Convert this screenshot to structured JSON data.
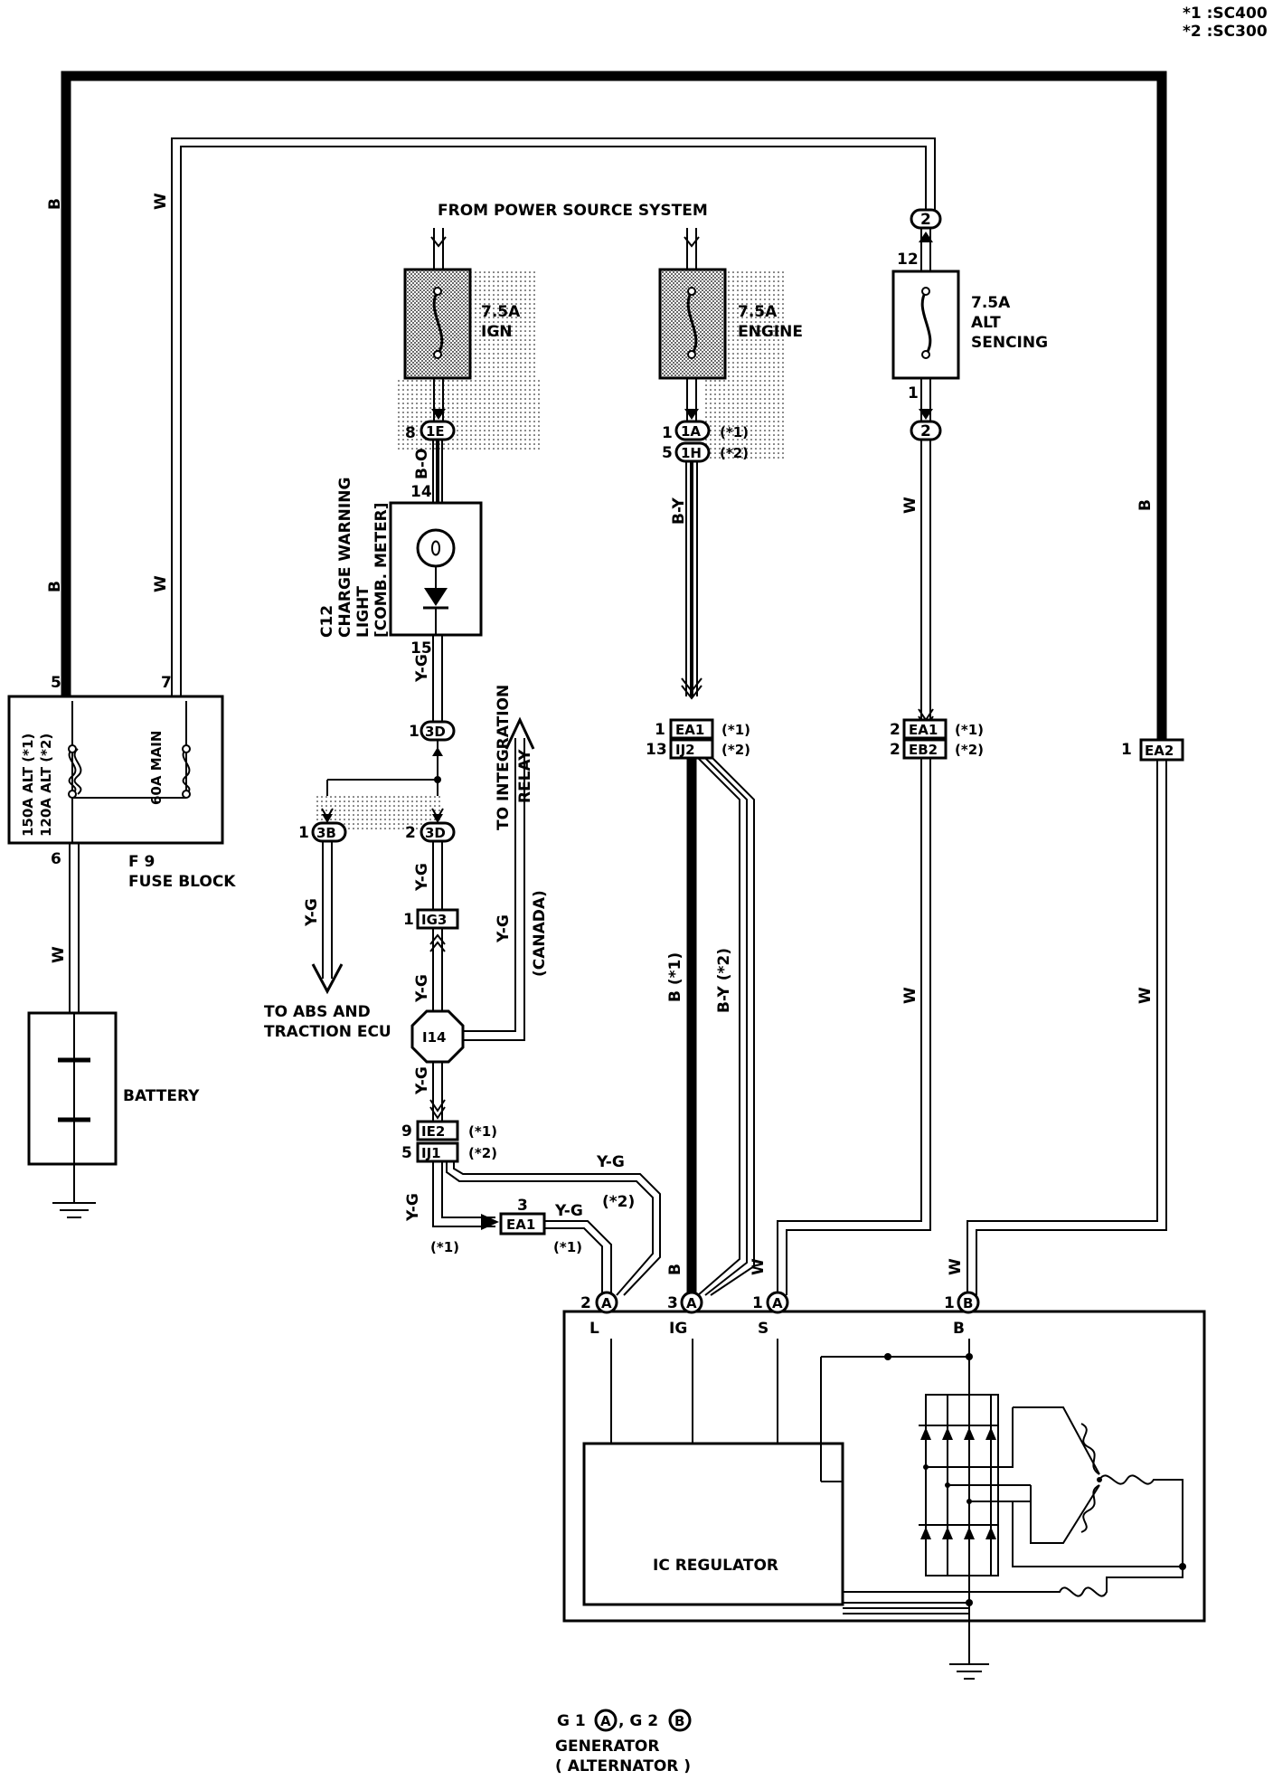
{
  "legend": {
    "sc400": "*1 :SC400",
    "sc300": "*2 :SC300"
  },
  "wire_colors": {
    "b": "B",
    "w": "W",
    "bo": "B-O",
    "by": "B-Y",
    "yg": "Y-G",
    "by2": "B-Y (*2)",
    "b1": "B (*1)",
    "canada": "Y-G (CANADA)"
  },
  "source": {
    "title": "FROM POWER SOURCE SYSTEM"
  },
  "fuses": {
    "ign": {
      "amp": "7.5A",
      "name": "IGN"
    },
    "engine": {
      "amp": "7.5A",
      "name": "ENGINE"
    },
    "alt": {
      "amp": "7.5A",
      "name1": "ALT",
      "name2": "SENCING"
    }
  },
  "fuse_block": {
    "id": "F 9",
    "name": "FUSE BLOCK",
    "alt1": "150A ALT (*1)",
    "alt2": "120A ALT (*2)",
    "main": "60A MAIN",
    "pin5": "5",
    "pin7": "7",
    "pin6": "6"
  },
  "battery": {
    "label": "BATTERY"
  },
  "charge_light": {
    "id": "C12",
    "line1": "CHARGE WARNING",
    "line2": "LIGHT",
    "line3": "[COMB. METER]",
    "pin_in": "14",
    "pin_out": "15"
  },
  "connectors": {
    "c1E": {
      "pin": "8",
      "name": "1E"
    },
    "c1A": {
      "pin": "1",
      "name": "1A",
      "note": "(*1)"
    },
    "c1H": {
      "pin": "5",
      "name": "1H",
      "note": "(*2)"
    },
    "c2a": {
      "pin": "12",
      "name": "2"
    },
    "c2b": {
      "pin": "1",
      "name": "2"
    },
    "c3Da": {
      "pin": "1",
      "name": "3D"
    },
    "c3Db": {
      "pin": "2",
      "name": "3D"
    },
    "c3B": {
      "pin": "1",
      "name": "3B"
    },
    "cIG3": {
      "pin": "1",
      "name": "IG3"
    },
    "cI14": {
      "name": "I14"
    },
    "cIE2": {
      "pin": "9",
      "name": "IE2",
      "note": "(*1)"
    },
    "cIJ1": {
      "pin": "5",
      "name": "IJ1",
      "note": "(*2)"
    },
    "cEA1a": {
      "pin": "1",
      "name": "EA1",
      "note": "(*1)"
    },
    "cIJ2": {
      "pin": "13",
      "name": "IJ2",
      "note": "(*2)"
    },
    "cEA1b": {
      "pin": "2",
      "name": "EA1",
      "note": "(*1)"
    },
    "cEB2": {
      "pin": "2",
      "name": "EB2",
      "note": "(*2)"
    },
    "cEA2": {
      "pin": "1",
      "name": "EA2"
    },
    "cEA1c": {
      "pin": "3",
      "name": "EA1",
      "note1": "(*1)",
      "note2": "(*1)"
    }
  },
  "labels": {
    "abs": "TO ABS AND",
    "traction": "TRACTION ECU",
    "integration1": "TO INTEGRATION",
    "integration2": "RELAY",
    "yg_star2": "(*2)"
  },
  "generator": {
    "pins": [
      {
        "num": "2",
        "conn": "A",
        "term": "L"
      },
      {
        "num": "3",
        "conn": "A",
        "term": "IG"
      },
      {
        "num": "1",
        "conn": "A",
        "term": "S"
      },
      {
        "num": "1",
        "conn": "B",
        "term": "B"
      }
    ],
    "regulator": "IC REGULATOR",
    "code_g1": "G 1",
    "code_g1_conn": "A",
    "code_g2": ", G 2",
    "code_g2_conn": "B",
    "name": "GENERATOR",
    "sub": "( ALTERNATOR )"
  }
}
